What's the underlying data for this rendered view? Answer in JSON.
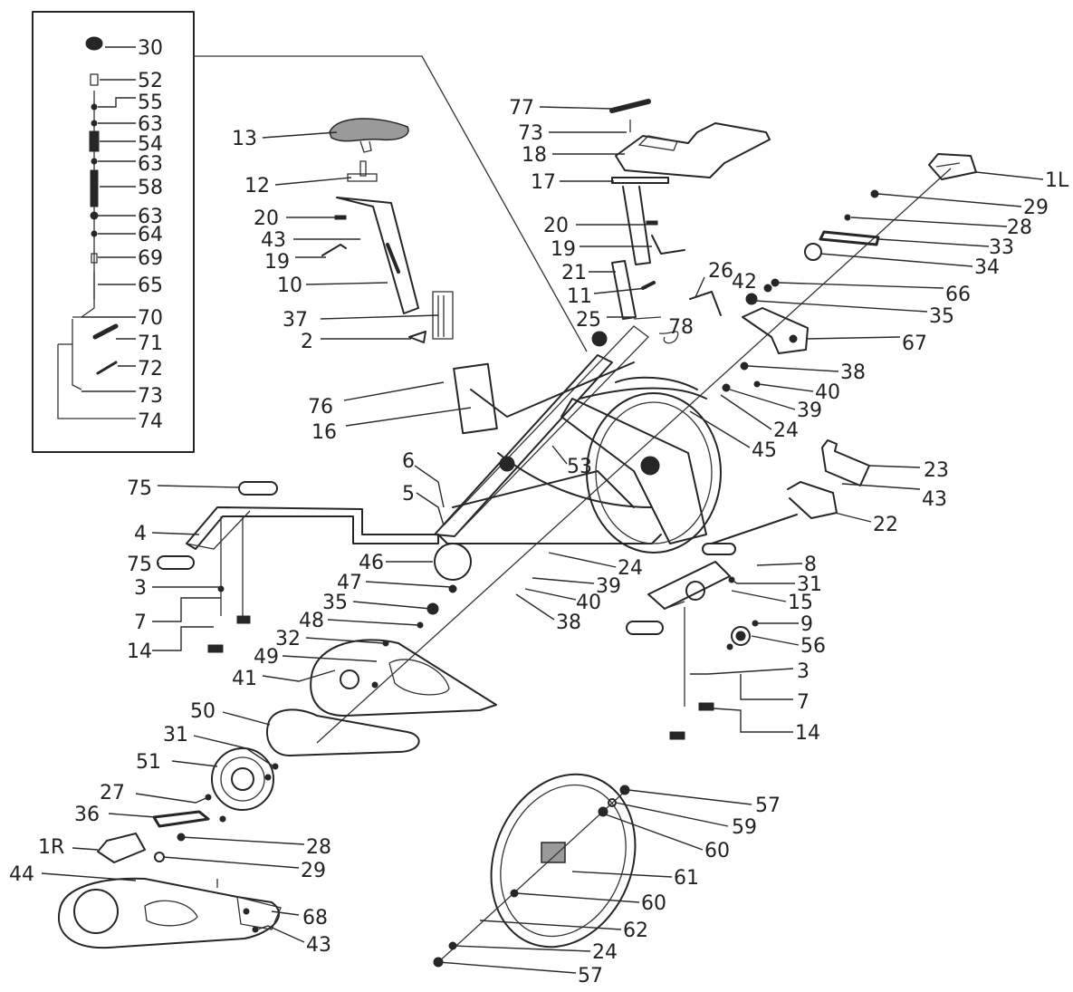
{
  "diagram": {
    "labels": [
      {
        "id": "l30",
        "text": "30"
      },
      {
        "id": "l52",
        "text": "52"
      },
      {
        "id": "l55",
        "text": "55"
      },
      {
        "id": "l63a",
        "text": "63"
      },
      {
        "id": "l54",
        "text": "54"
      },
      {
        "id": "l63b",
        "text": "63"
      },
      {
        "id": "l58",
        "text": "58"
      },
      {
        "id": "l63c",
        "text": "63"
      },
      {
        "id": "l64",
        "text": "64"
      },
      {
        "id": "l69",
        "text": "69"
      },
      {
        "id": "l65",
        "text": "65"
      },
      {
        "id": "l70",
        "text": "70"
      },
      {
        "id": "l71",
        "text": "71"
      },
      {
        "id": "l72",
        "text": "72"
      },
      {
        "id": "l73a",
        "text": "73"
      },
      {
        "id": "l74",
        "text": "74"
      },
      {
        "id": "l13",
        "text": "13"
      },
      {
        "id": "l12",
        "text": "12"
      },
      {
        "id": "l20a",
        "text": "20"
      },
      {
        "id": "l43a",
        "text": "43"
      },
      {
        "id": "l19a",
        "text": "19"
      },
      {
        "id": "l10",
        "text": "10"
      },
      {
        "id": "l37",
        "text": "37"
      },
      {
        "id": "l2",
        "text": "2"
      },
      {
        "id": "l76",
        "text": "76"
      },
      {
        "id": "l16",
        "text": "16"
      },
      {
        "id": "l77",
        "text": "77"
      },
      {
        "id": "l73b",
        "text": "73"
      },
      {
        "id": "l18",
        "text": "18"
      },
      {
        "id": "l17",
        "text": "17"
      },
      {
        "id": "l20b",
        "text": "20"
      },
      {
        "id": "l19b",
        "text": "19"
      },
      {
        "id": "l21",
        "text": "21"
      },
      {
        "id": "l11",
        "text": "11"
      },
      {
        "id": "l25",
        "text": "25"
      },
      {
        "id": "l26",
        "text": "26"
      },
      {
        "id": "l42",
        "text": "42"
      },
      {
        "id": "l78",
        "text": "78"
      },
      {
        "id": "l1L",
        "text": "1L"
      },
      {
        "id": "l29a",
        "text": "29"
      },
      {
        "id": "l28a",
        "text": "28"
      },
      {
        "id": "l33",
        "text": "33"
      },
      {
        "id": "l34",
        "text": "34"
      },
      {
        "id": "l66",
        "text": "66"
      },
      {
        "id": "l35a",
        "text": "35"
      },
      {
        "id": "l67",
        "text": "67"
      },
      {
        "id": "l38a",
        "text": "38"
      },
      {
        "id": "l40a",
        "text": "40"
      },
      {
        "id": "l39a",
        "text": "39"
      },
      {
        "id": "l24a",
        "text": "24"
      },
      {
        "id": "l45",
        "text": "45"
      },
      {
        "id": "l23",
        "text": "23"
      },
      {
        "id": "l43b",
        "text": "43"
      },
      {
        "id": "l22",
        "text": "22"
      },
      {
        "id": "l53",
        "text": "53"
      },
      {
        "id": "l6",
        "text": "6"
      },
      {
        "id": "l5",
        "text": "5"
      },
      {
        "id": "l75a",
        "text": "75"
      },
      {
        "id": "l4",
        "text": "4"
      },
      {
        "id": "l75b",
        "text": "75"
      },
      {
        "id": "l3a",
        "text": "3"
      },
      {
        "id": "l7a",
        "text": "7"
      },
      {
        "id": "l14a",
        "text": "14"
      },
      {
        "id": "l46",
        "text": "46"
      },
      {
        "id": "l47",
        "text": "47"
      },
      {
        "id": "l35b",
        "text": "35"
      },
      {
        "id": "l48",
        "text": "48"
      },
      {
        "id": "l32",
        "text": "32"
      },
      {
        "id": "l49",
        "text": "49"
      },
      {
        "id": "l41",
        "text": "41"
      },
      {
        "id": "l50",
        "text": "50"
      },
      {
        "id": "l31a",
        "text": "31"
      },
      {
        "id": "l51",
        "text": "51"
      },
      {
        "id": "l27",
        "text": "27"
      },
      {
        "id": "l36",
        "text": "36"
      },
      {
        "id": "l1R",
        "text": "1R"
      },
      {
        "id": "l28b",
        "text": "28"
      },
      {
        "id": "l29b",
        "text": "29"
      },
      {
        "id": "l44",
        "text": "44"
      },
      {
        "id": "l68",
        "text": "68"
      },
      {
        "id": "l43c",
        "text": "43"
      },
      {
        "id": "l24b",
        "text": "24"
      },
      {
        "id": "l39b",
        "text": "39"
      },
      {
        "id": "l40b",
        "text": "40"
      },
      {
        "id": "l38b",
        "text": "38"
      },
      {
        "id": "l8",
        "text": "8"
      },
      {
        "id": "l31b",
        "text": "31"
      },
      {
        "id": "l15",
        "text": "15"
      },
      {
        "id": "l9",
        "text": "9"
      },
      {
        "id": "l56",
        "text": "56"
      },
      {
        "id": "l3b",
        "text": "3"
      },
      {
        "id": "l7b",
        "text": "7"
      },
      {
        "id": "l14b",
        "text": "14"
      },
      {
        "id": "l57a",
        "text": "57"
      },
      {
        "id": "l59",
        "text": "59"
      },
      {
        "id": "l60a",
        "text": "60"
      },
      {
        "id": "l61",
        "text": "61"
      },
      {
        "id": "l60b",
        "text": "60"
      },
      {
        "id": "l62",
        "text": "62"
      },
      {
        "id": "l24c",
        "text": "24"
      },
      {
        "id": "l57b",
        "text": "57"
      }
    ]
  }
}
